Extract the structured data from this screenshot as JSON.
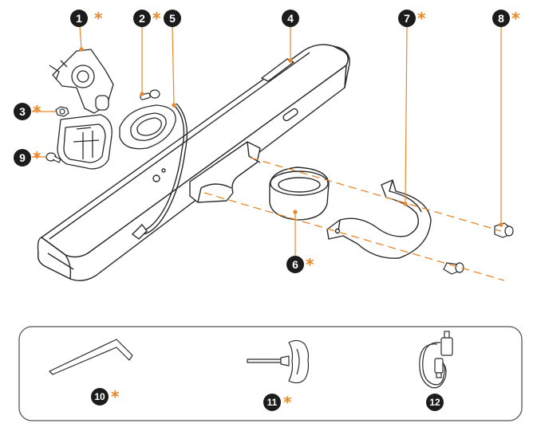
{
  "colors": {
    "line": "#2a2a2a",
    "accent": "#e8862a",
    "badge": "#1c1c1c",
    "box_stroke": "#555555"
  },
  "star_symbol": "*",
  "parts": [
    {
      "number": "1",
      "starred": true
    },
    {
      "number": "2",
      "starred": true
    },
    {
      "number": "3",
      "starred": true
    },
    {
      "number": "4",
      "starred": false
    },
    {
      "number": "5",
      "starred": false
    },
    {
      "number": "6",
      "starred": true
    },
    {
      "number": "7",
      "starred": true
    },
    {
      "number": "8",
      "starred": true
    },
    {
      "number": "9",
      "starred": true
    },
    {
      "number": "10",
      "starred": true
    },
    {
      "number": "11",
      "starred": true
    },
    {
      "number": "12",
      "starred": false
    }
  ],
  "accessories": [
    {
      "name": "hex-key-icon",
      "part": "10"
    },
    {
      "name": "t-handle-driver-icon",
      "part": "11"
    },
    {
      "name": "usb-cable-icon",
      "part": "12"
    }
  ]
}
